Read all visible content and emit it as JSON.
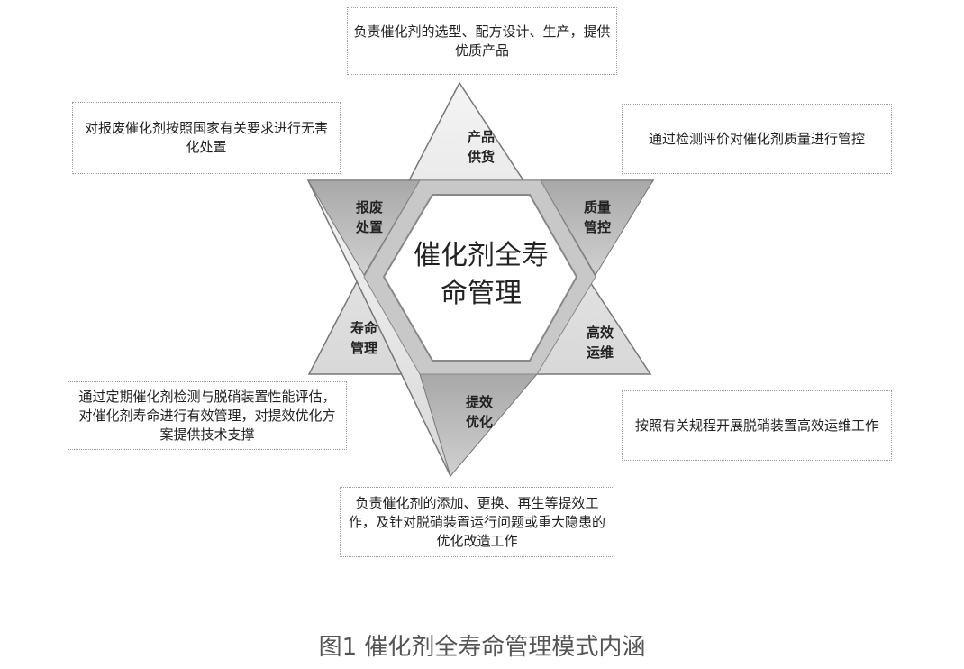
{
  "center_title": "催化剂全寿命管理",
  "center_lines": [
    "催化剂全寿",
    "命管理"
  ],
  "points": [
    {
      "id": "supply",
      "lines": [
        "产品",
        "供货"
      ],
      "description": "负责催化剂的选型、配方设计、生产，提供优质产品"
    },
    {
      "id": "quality",
      "lines": [
        "质量",
        "管控"
      ],
      "description": "通过检测评价对催化剂质量进行管控"
    },
    {
      "id": "operation",
      "lines": [
        "高效",
        "运维"
      ],
      "description": "按照有关规程开展脱硝装置高效运维工作"
    },
    {
      "id": "optimize",
      "lines": [
        "提效",
        "优化"
      ],
      "description": "负责催化剂的添加、更换、再生等提效工作，及针对脱硝装置运行问题或重大隐患的优化改造工作"
    },
    {
      "id": "life",
      "lines": [
        "寿命",
        "管理"
      ],
      "description": "通过定期催化剂检测与脱硝装置性能评估，对催化剂寿命进行有效管理，对提效优化方案提供技术支撑"
    },
    {
      "id": "scrap",
      "lines": [
        "报废",
        "处置"
      ],
      "description": "对报废催化剂按照国家有关要求进行无害化处置"
    }
  ],
  "caption": "图1 催化剂全寿命管理模式内涵"
}
